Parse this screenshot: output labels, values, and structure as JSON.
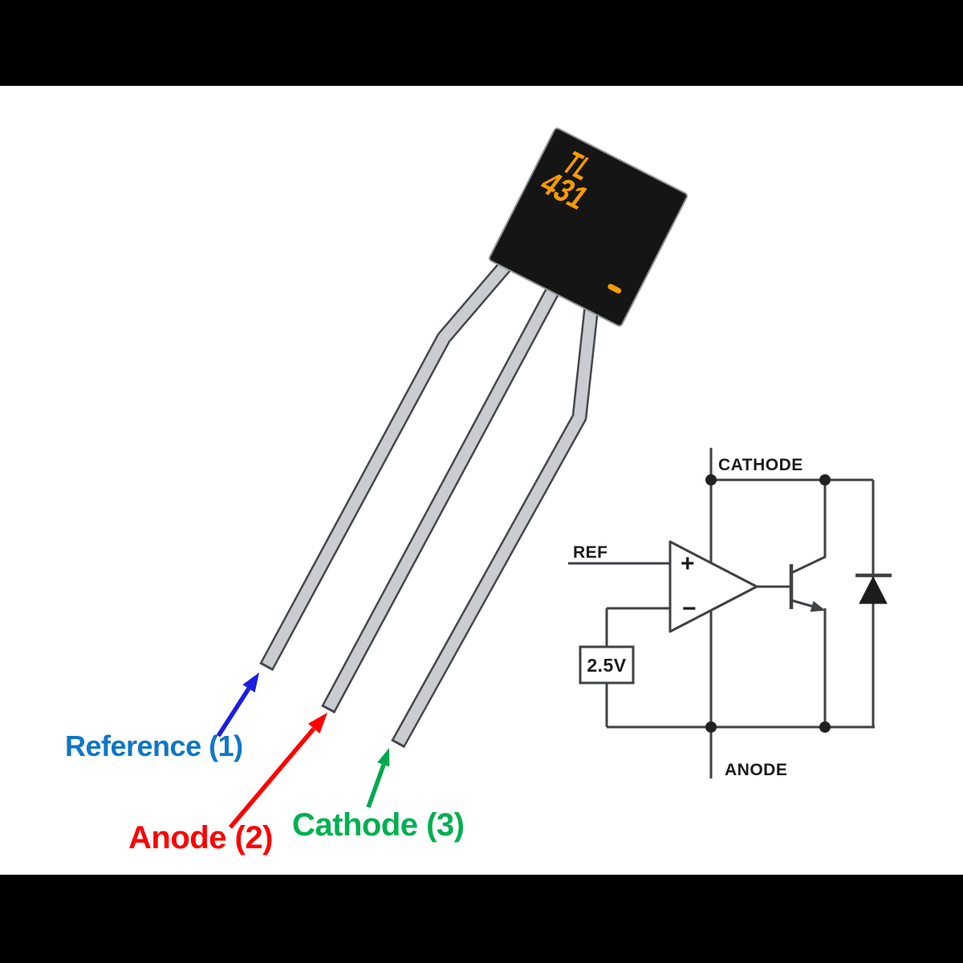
{
  "window": {
    "background": "#FFFFFF",
    "letterbox_color": "#000000"
  },
  "component": {
    "marking_line1": "TL",
    "marking_line2": "431",
    "marking_color": "#F59B00",
    "body_color": "#151515",
    "lead_fill": "#C9CDD2",
    "lead_outline": "#45484B"
  },
  "pin_labels": {
    "reference": {
      "text": "Reference (1)",
      "color": "#0F76C8",
      "arrow_color": "#1D1DE0"
    },
    "anode": {
      "text": "Anode (2)",
      "color": "#FF0000",
      "arrow_color": "#FF0000"
    },
    "cathode": {
      "text": "Cathode (3)",
      "color": "#00B050",
      "arrow_color": "#00A84F"
    }
  },
  "schematic": {
    "line_color": "#3F4245",
    "text_color": "#1C1C1C",
    "cathode_label": "CATHODE",
    "anode_label": "ANODE",
    "ref_label": "REF",
    "vref_label": "2.5V",
    "opamp_plus": "+",
    "opamp_minus": "−"
  }
}
